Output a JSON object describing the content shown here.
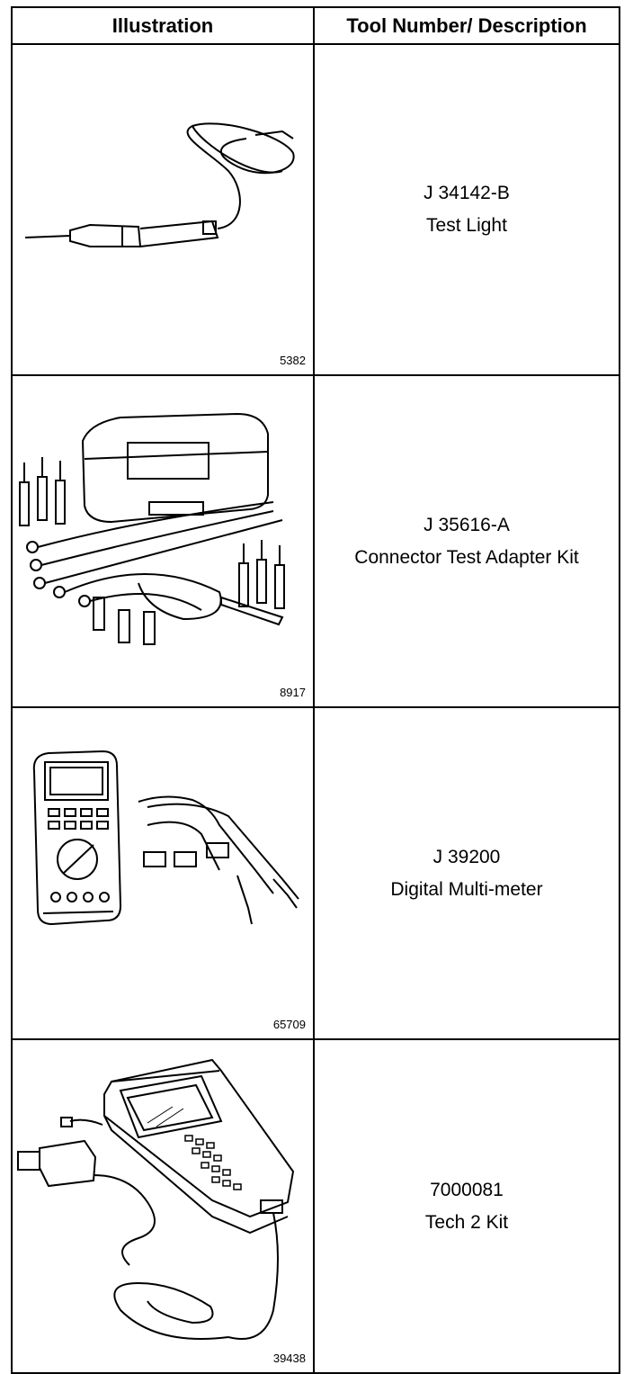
{
  "header": {
    "col1": "Illustration",
    "col2": "Tool Number/ Description"
  },
  "rows": [
    {
      "fig": "5382",
      "number": "J 34142-B",
      "desc": "Test Light",
      "icon": "test-light-icon"
    },
    {
      "fig": "8917",
      "number": "J 35616-A",
      "desc": "Connector Test Adapter Kit",
      "icon": "adapter-kit-icon"
    },
    {
      "fig": "65709",
      "number": "J 39200",
      "desc": "Digital Multi-meter",
      "icon": "multimeter-icon"
    },
    {
      "fig": "39438",
      "number": "7000081",
      "desc": "Tech 2 Kit",
      "icon": "tech2-icon"
    }
  ]
}
